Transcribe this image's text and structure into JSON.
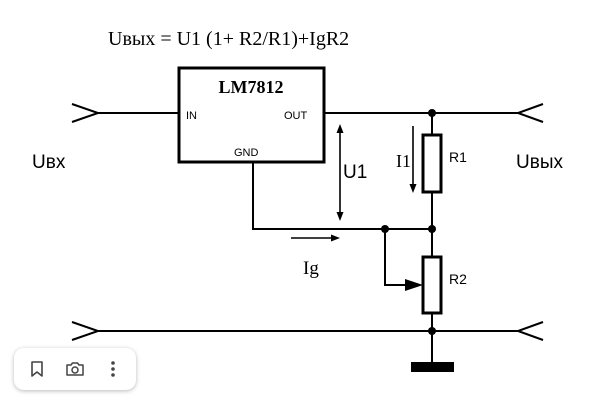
{
  "formula": "Uвых = U1 (1+ R2/R1)+IgR2",
  "ic": {
    "name": "LM7812",
    "pin_in": "IN",
    "pin_out": "OUT",
    "pin_gnd": "GND"
  },
  "labels": {
    "u_in": "Uвх",
    "u_out": "Uвых",
    "u1": "U1",
    "i1": "I1",
    "r1": "R1",
    "r2": "R2",
    "ig": "Ig"
  },
  "toolbar": {
    "icons": [
      "bookmark-icon",
      "lens-icon",
      "more-vertical-icon"
    ]
  }
}
